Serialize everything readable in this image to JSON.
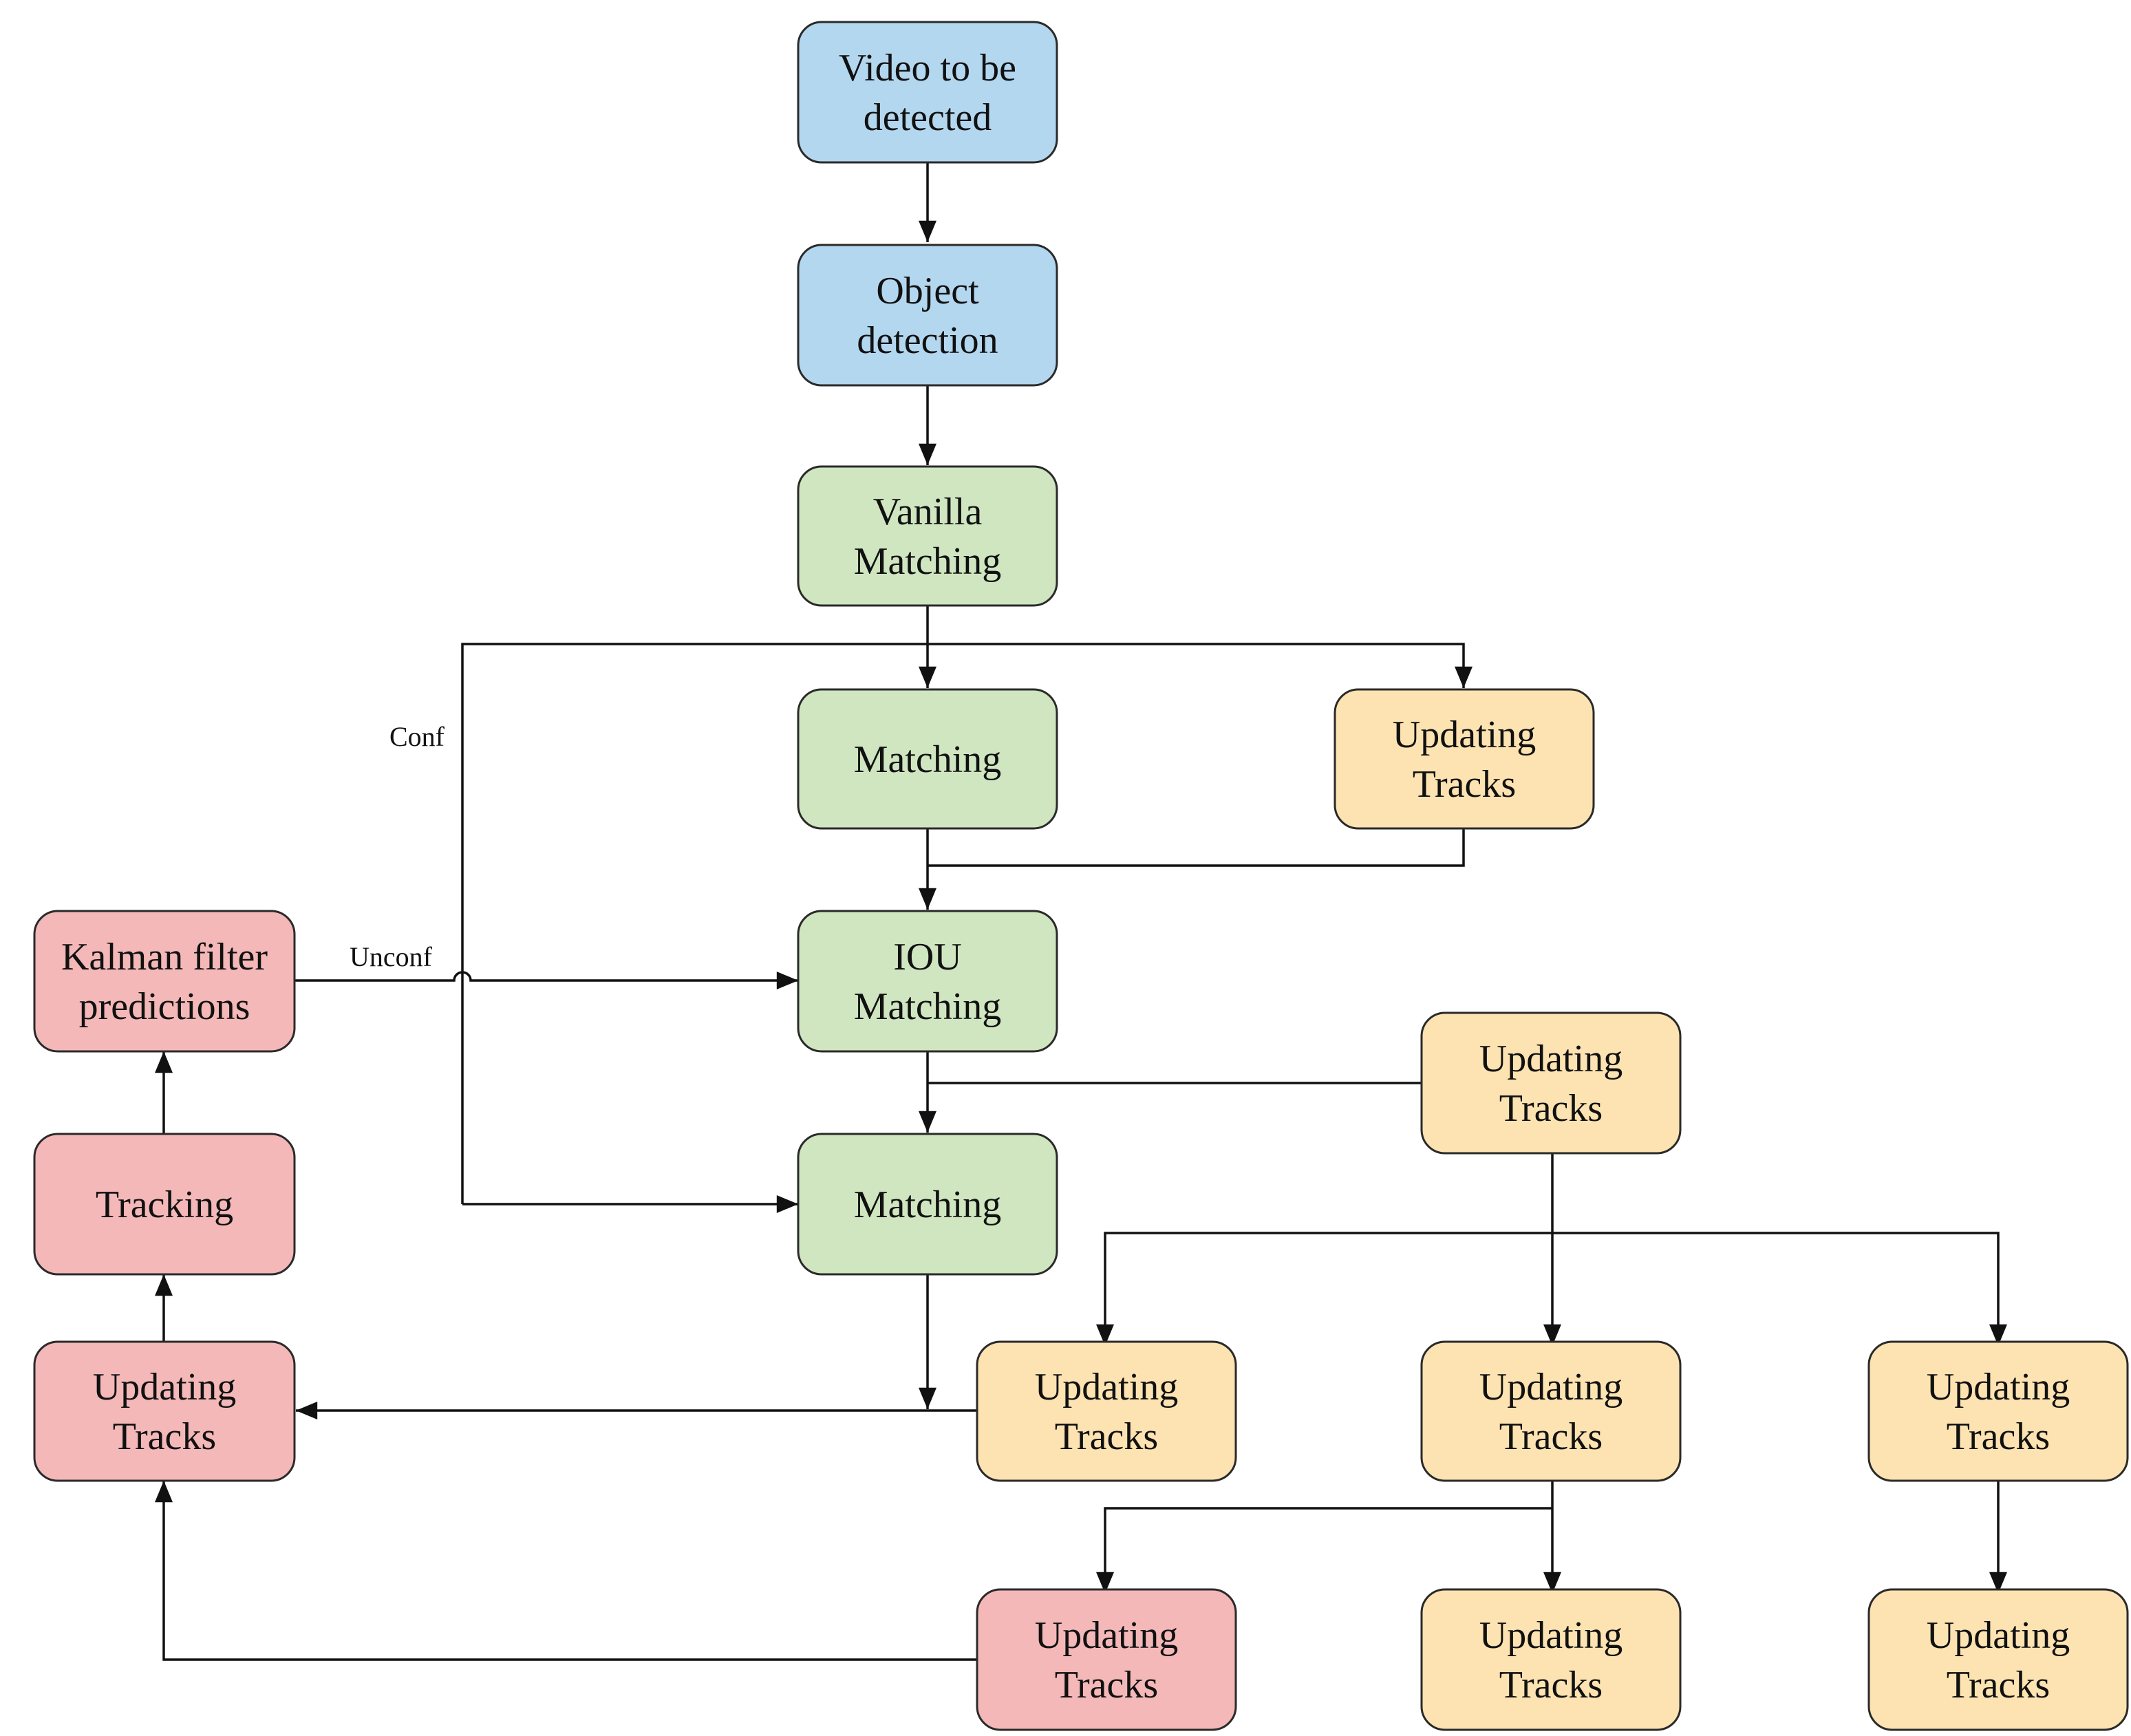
{
  "colors": {
    "blue": "#b4d7f0",
    "green": "#cfe6c0",
    "yellow": "#fde3b1",
    "red": "#f4b8b8",
    "line": "#111111"
  },
  "nodes": {
    "video_to_be_detected": {
      "lines": [
        "Video to be",
        "detected"
      ],
      "color": "blue"
    },
    "object_detection": {
      "lines": [
        "Object",
        "detection"
      ],
      "color": "blue"
    },
    "vanilla_matching": {
      "lines": [
        "Vanilla",
        "Matching"
      ],
      "color": "green"
    },
    "matching_1": {
      "lines": [
        "Matching"
      ],
      "color": "green"
    },
    "updating_tracks_1": {
      "lines": [
        "Updating",
        "Tracks"
      ],
      "color": "yellow"
    },
    "iou_matching": {
      "lines": [
        "IOU",
        "Matching"
      ],
      "color": "green"
    },
    "kalman_filter_predictions": {
      "lines": [
        "Kalman filter",
        "predictions"
      ],
      "color": "red"
    },
    "updating_tracks_2": {
      "lines": [
        "Updating",
        "Tracks"
      ],
      "color": "yellow"
    },
    "matching_2": {
      "lines": [
        "Matching"
      ],
      "color": "green"
    },
    "tracking": {
      "lines": [
        "Tracking"
      ],
      "color": "red"
    },
    "updating_tracks_left": {
      "lines": [
        "Updating",
        "Tracks"
      ],
      "color": "red"
    },
    "updating_tracks_3": {
      "lines": [
        "Updating",
        "Tracks"
      ],
      "color": "yellow"
    },
    "updating_tracks_4": {
      "lines": [
        "Updating",
        "Tracks"
      ],
      "color": "yellow"
    },
    "updating_tracks_5": {
      "lines": [
        "Updating",
        "Tracks"
      ],
      "color": "yellow"
    },
    "updating_tracks_bottom_red": {
      "lines": [
        "Updating",
        "Tracks"
      ],
      "color": "red"
    },
    "updating_tracks_6": {
      "lines": [
        "Updating",
        "Tracks"
      ],
      "color": "yellow"
    },
    "updating_tracks_7": {
      "lines": [
        "Updating",
        "Tracks"
      ],
      "color": "yellow"
    }
  },
  "edge_labels": {
    "conf": "Conf",
    "unconf": "Unconf"
  }
}
